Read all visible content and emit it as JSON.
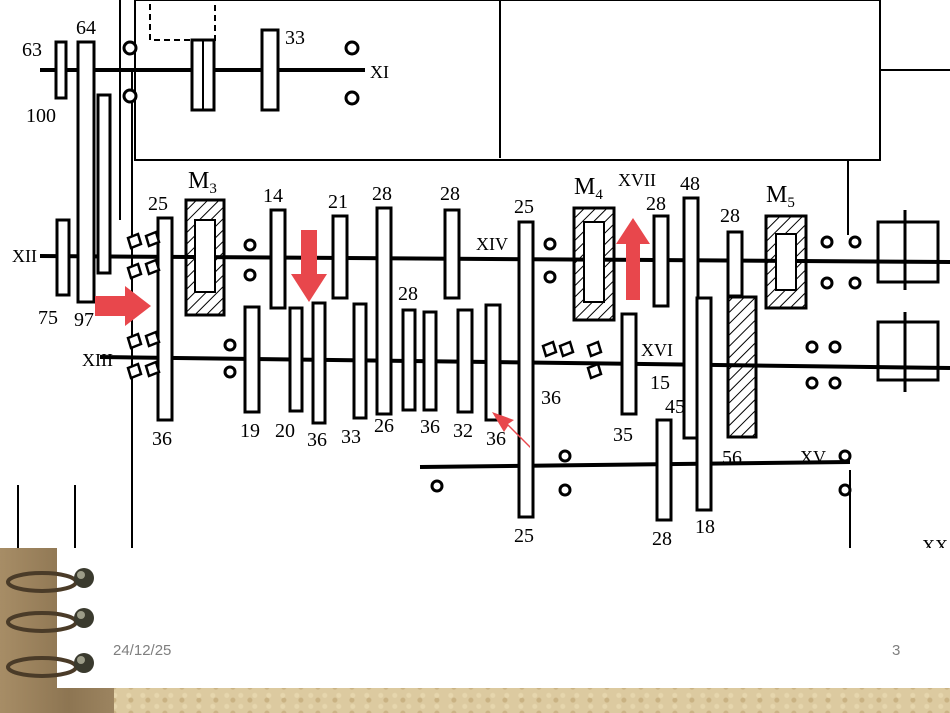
{
  "slide": {
    "date": "24/12/25",
    "page_number": "3"
  },
  "diagram": {
    "shaft_labels": {
      "xi": "XI",
      "xii": "XII",
      "xiii": "XIII",
      "xiv": "XIV",
      "xv": "XV",
      "xvi": "XVI",
      "xvii": "XVII",
      "xx": "XX"
    },
    "clutch_labels": {
      "m3": "M",
      "m3_sub": "3",
      "m4": "M",
      "m4_sub": "4",
      "m5": "M",
      "m5_sub": "5"
    },
    "gear_labels": {
      "g63": "63",
      "g64": "64",
      "g100": "100",
      "g33top": "33",
      "g75": "75",
      "g97": "97",
      "g25a": "25",
      "g36a": "36",
      "g14": "14",
      "g19": "19",
      "g20": "20",
      "g36b": "36",
      "g21": "21",
      "g33": "33",
      "g28a": "28",
      "g26": "26",
      "g28b": "28",
      "g36c": "36",
      "g28c": "28",
      "g32": "32",
      "g36d": "36",
      "g25b": "25",
      "g36e": "36",
      "g25c": "25",
      "g28d": "28",
      "g35": "35",
      "g48": "48",
      "g15": "15",
      "g45": "45",
      "g28e": "28",
      "g56": "56",
      "g28f": "28",
      "g18": "18"
    },
    "arrow_color": "#e8474c"
  }
}
